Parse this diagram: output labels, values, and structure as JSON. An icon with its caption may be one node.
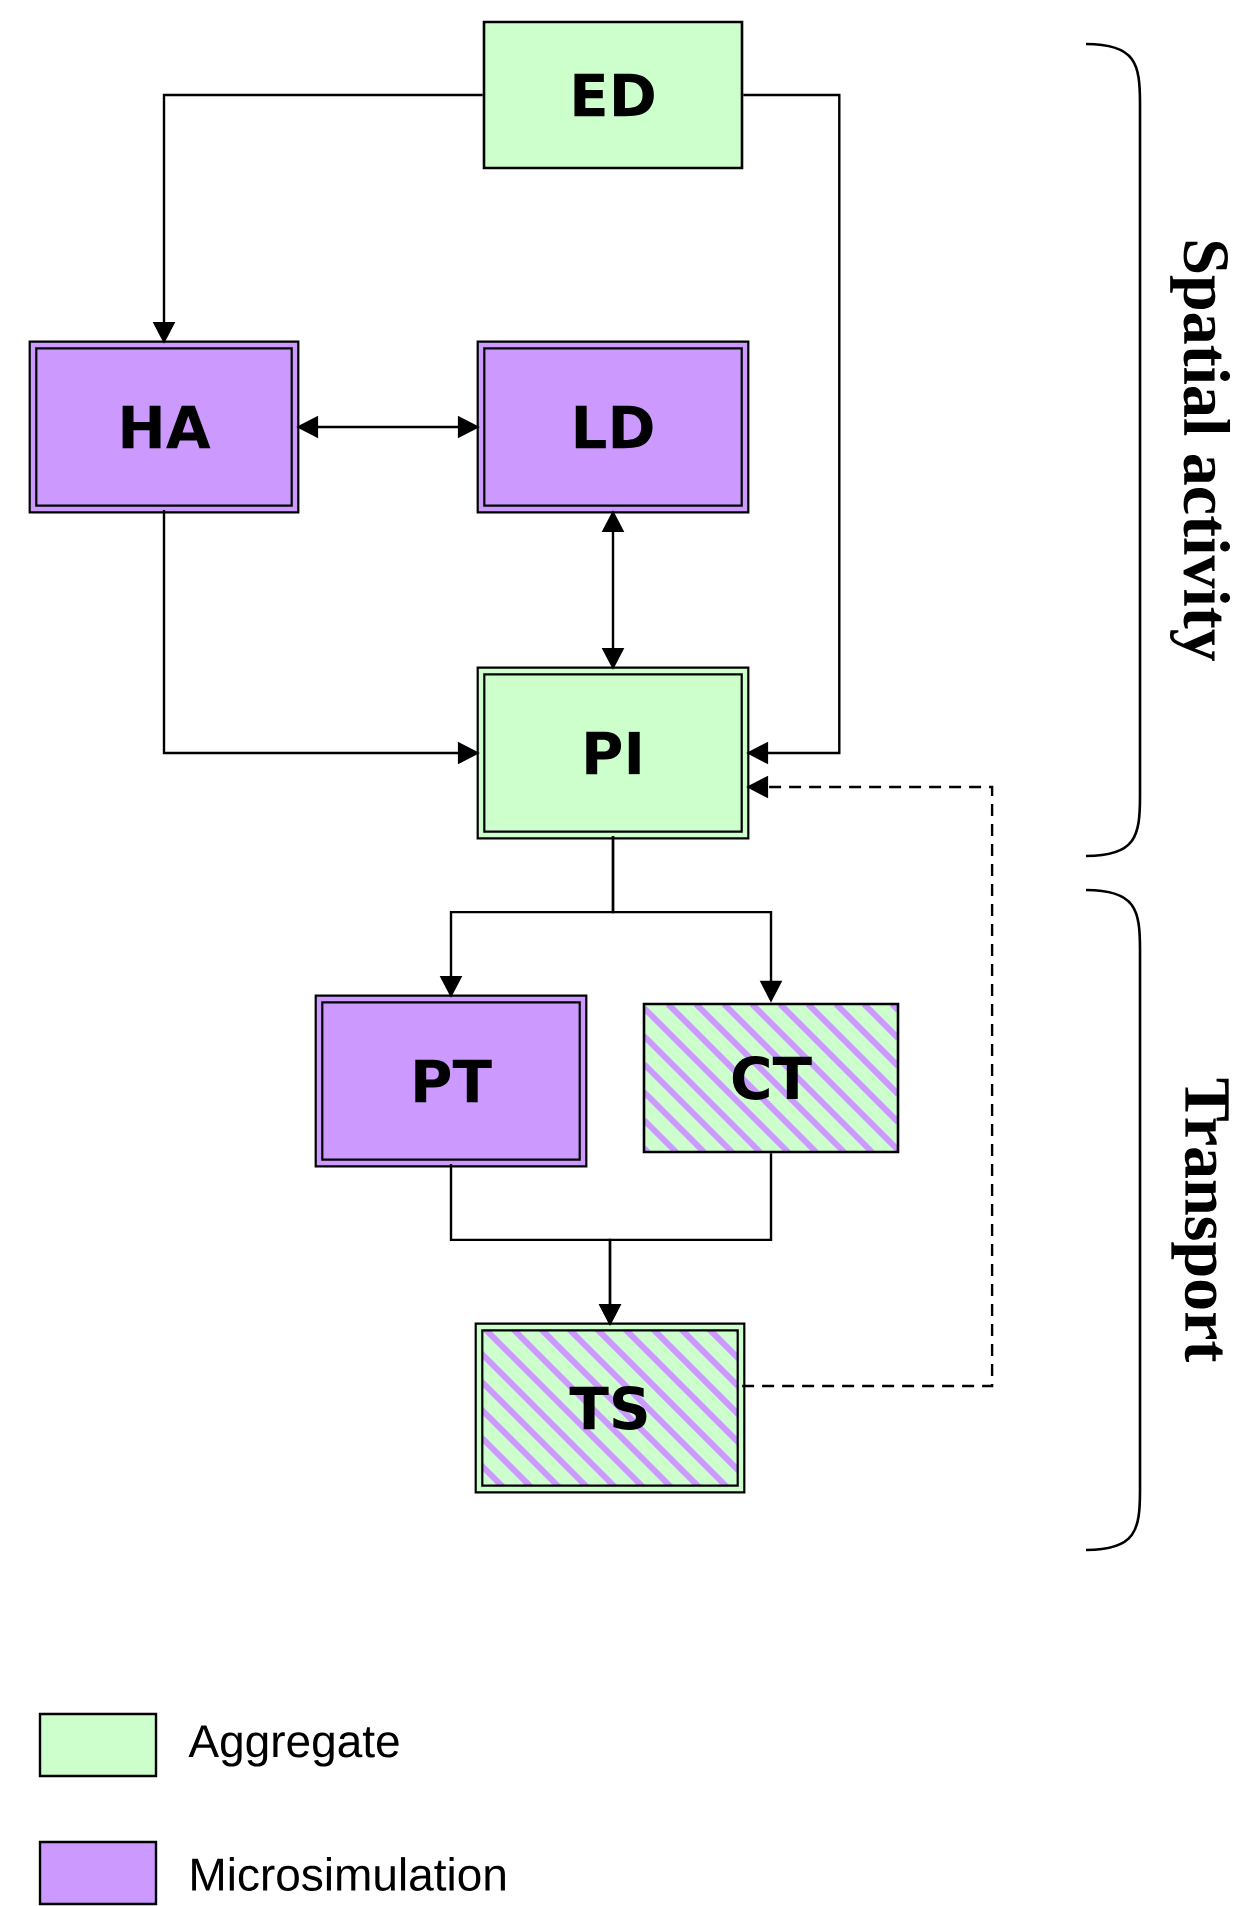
{
  "diagram": {
    "nodes": [
      {
        "text": [
          "ED"
        ]
      },
      {
        "text": [
          "HA"
        ]
      },
      {
        "text": [
          "LD"
        ]
      },
      {
        "text": [
          "PI"
        ]
      },
      {
        "text": [
          "PT"
        ]
      },
      {
        "text": [
          "CT"
        ]
      },
      {
        "text": [
          "TS"
        ]
      }
    ],
    "edges": [
      {
        "from": 0,
        "to": 1,
        "arrow": "to"
      },
      {
        "from": 0,
        "to": 3,
        "arrow": "to"
      },
      {
        "from": 1,
        "to": 2,
        "arrow": "both"
      },
      {
        "from": 2,
        "to": 3,
        "arrow": "both"
      },
      {
        "from": 1,
        "to": 3,
        "arrow": "to"
      },
      {
        "from": 3,
        "to": 4,
        "arrow": "to"
      },
      {
        "from": 3,
        "to": 5,
        "arrow": "to"
      },
      {
        "from": 4,
        "to": 6,
        "arrow": "to"
      },
      {
        "from": 5,
        "to": 6,
        "arrow": "to"
      },
      {
        "from": 6,
        "to": 3,
        "arrow": "to",
        "style": "dashed"
      }
    ],
    "labels": [
      "Spatial activity",
      "Transport"
    ],
    "legend": [
      {
        "text": "Aggregate",
        "color": "#ccffcc"
      },
      {
        "text": "Microsimulation",
        "color": "#cc99ff"
      }
    ]
  }
}
